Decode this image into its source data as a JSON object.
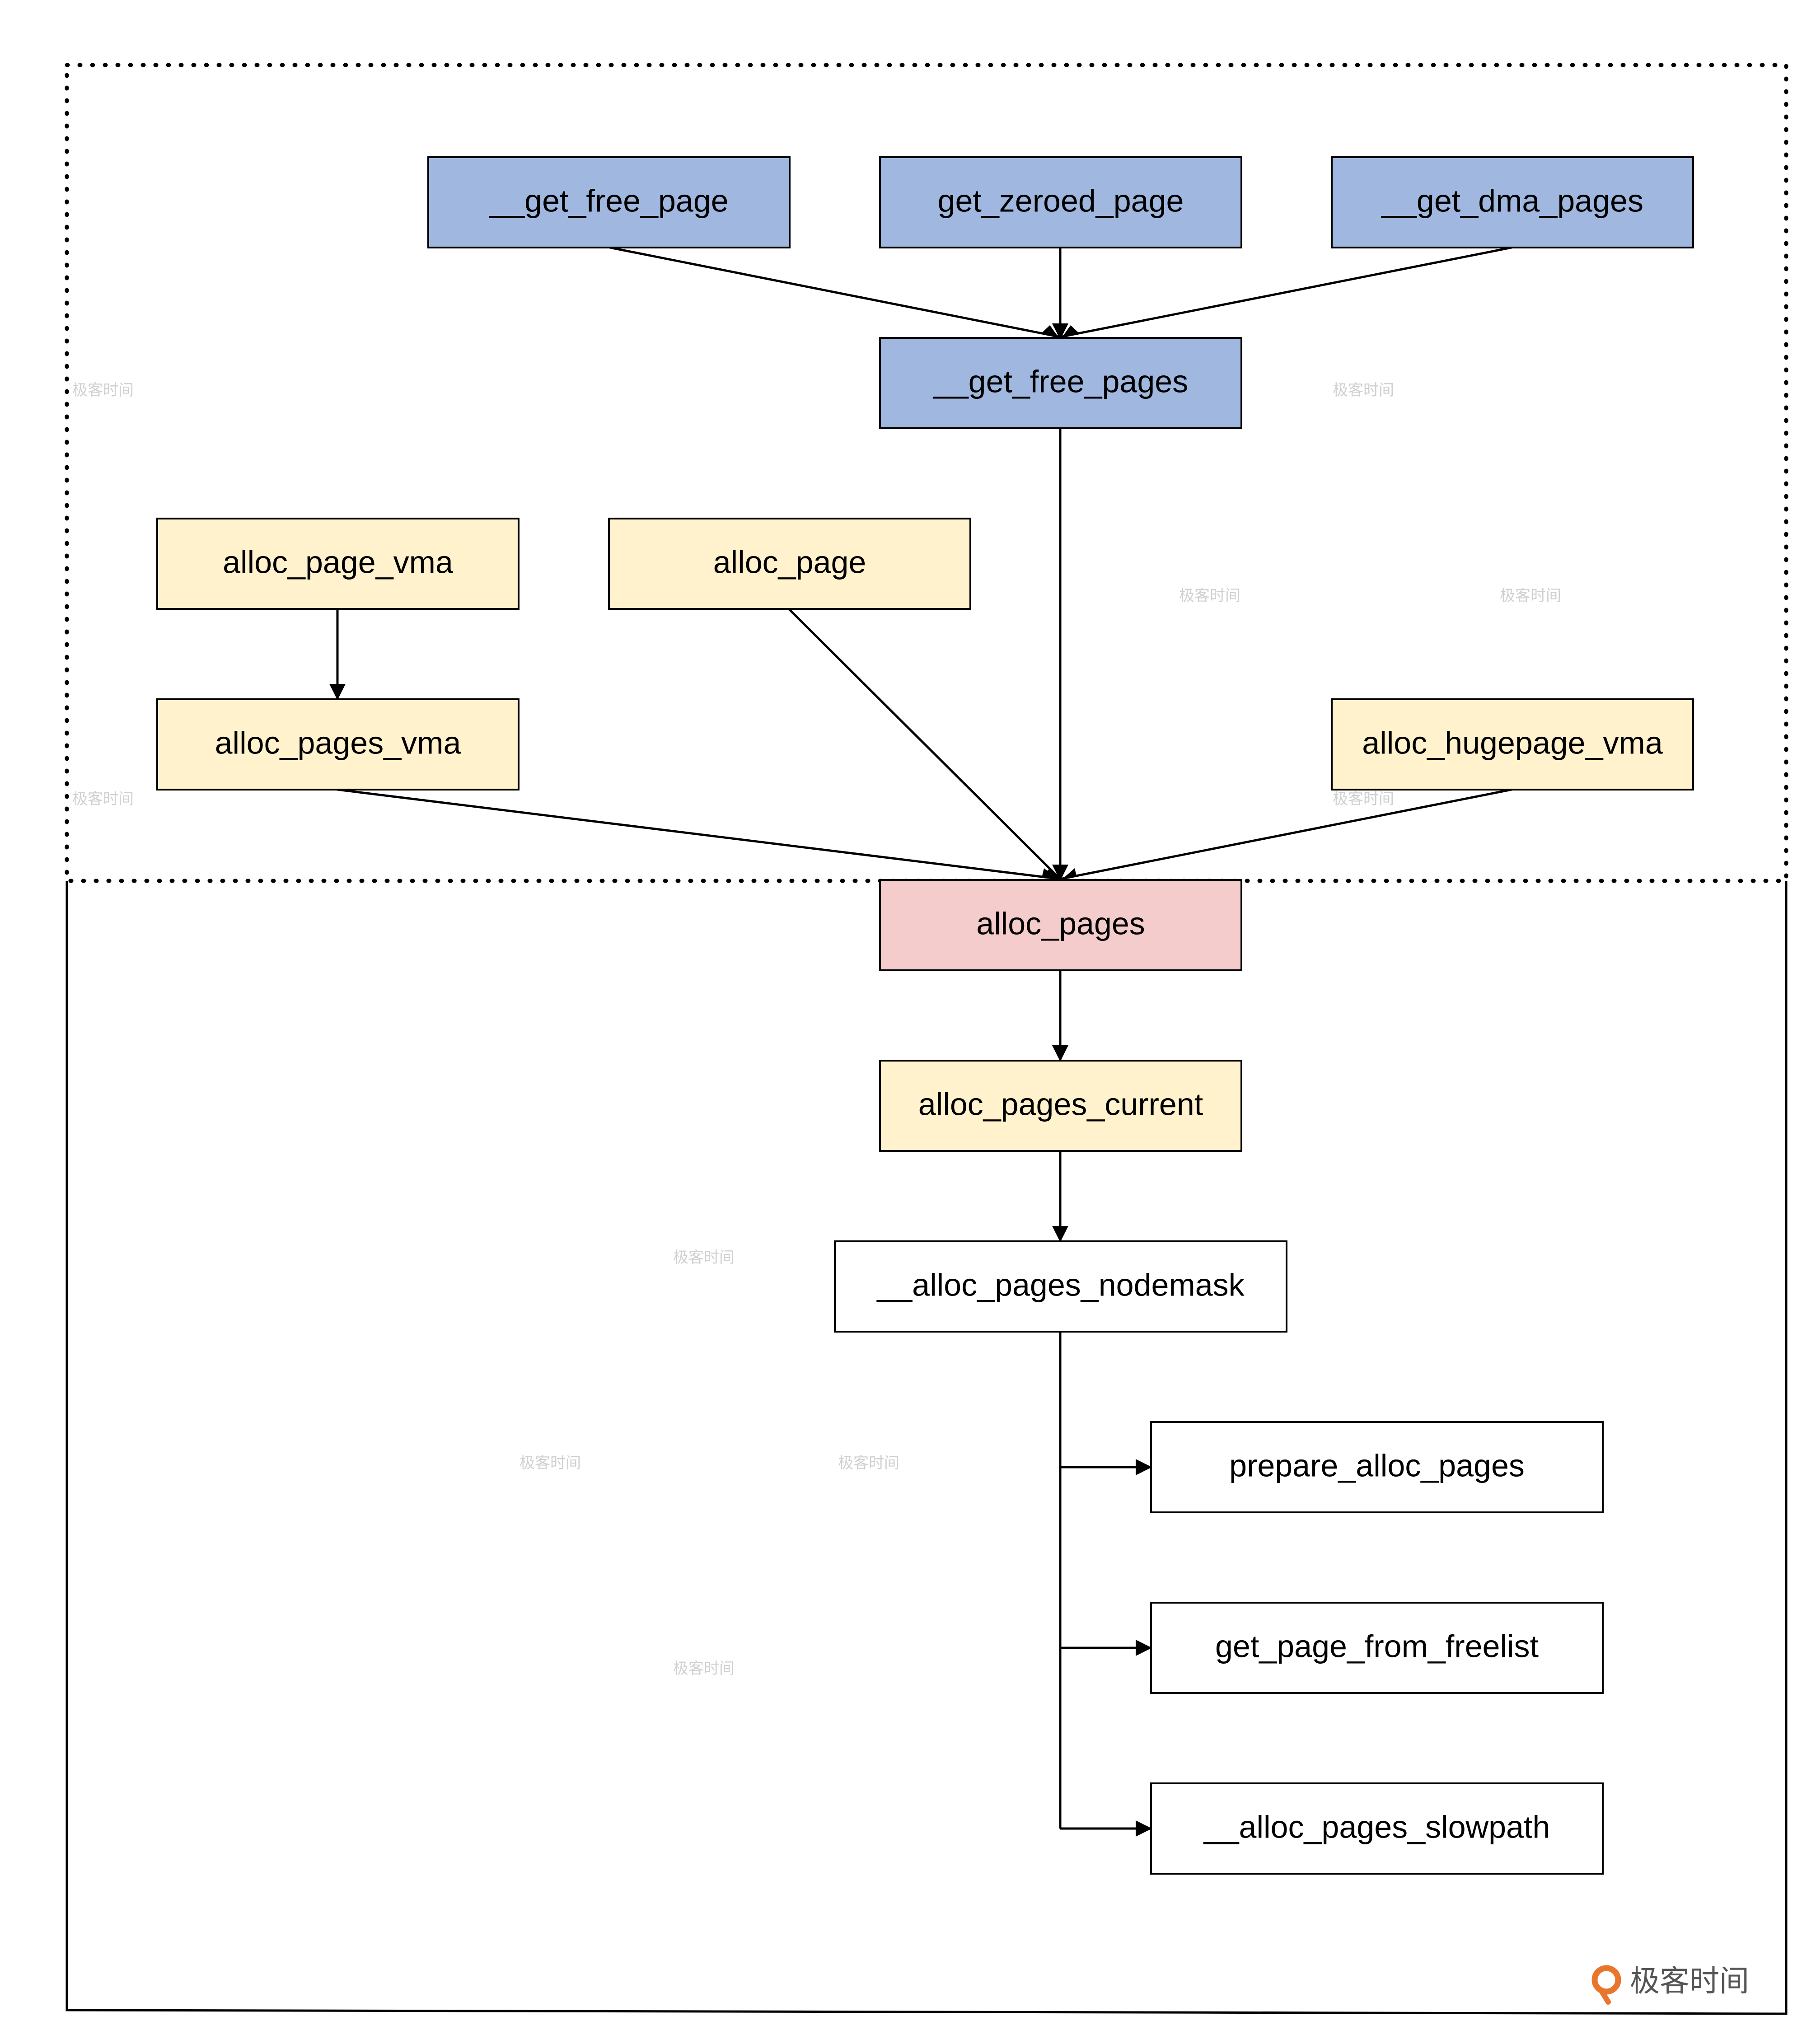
{
  "nodes": {
    "get_free_page": "__get_free_page",
    "get_zeroed_page": "get_zeroed_page",
    "get_dma_pages": "__get_dma_pages",
    "get_free_pages": "__get_free_pages",
    "alloc_page_vma": "alloc_page_vma",
    "alloc_page": "alloc_page",
    "alloc_pages_vma": "alloc_pages_vma",
    "alloc_hugepage_vma": "alloc_hugepage_vma",
    "alloc_pages": "alloc_pages",
    "alloc_pages_current": "alloc_pages_current",
    "alloc_pages_nodemask": "__alloc_pages_nodemask",
    "prepare_alloc_pages": "prepare_alloc_pages",
    "get_page_from_freelist": "get_page_from_freelist",
    "alloc_pages_slowpath": "__alloc_pages_slowpath"
  },
  "brand": {
    "text": "极客时间"
  },
  "colors": {
    "blue_fill": "#A0B8DF",
    "yellow_fill": "#FFF2CC",
    "red_fill": "#F5CCCC",
    "white_fill": "#FFFFFF",
    "stroke": "#000000",
    "brand_orange": "#E8762C"
  }
}
